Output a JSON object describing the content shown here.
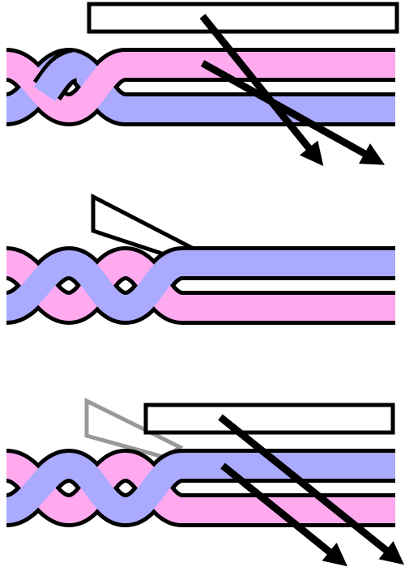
{
  "colors": {
    "pink": "#ffaaee",
    "blue": "#aaaaff",
    "outline": "#000000",
    "ghost": "#999999",
    "background": "#ffffff"
  },
  "panels": [
    {
      "id": "top",
      "twisted_crossings": 3,
      "straight_strands": [
        "pink",
        "blue"
      ],
      "rectangle": "straight-bar",
      "arrows": 2
    },
    {
      "id": "middle",
      "twisted_crossings": 5,
      "straight_strands": [
        "blue",
        "pink"
      ],
      "rectangle": "tilted-flap",
      "arrows": 0
    },
    {
      "id": "bottom",
      "twisted_crossings": 5,
      "straight_strands": [
        "blue",
        "pink"
      ],
      "rectangle": "straight-bar",
      "ghost_flap": true,
      "arrows": 2
    }
  ]
}
